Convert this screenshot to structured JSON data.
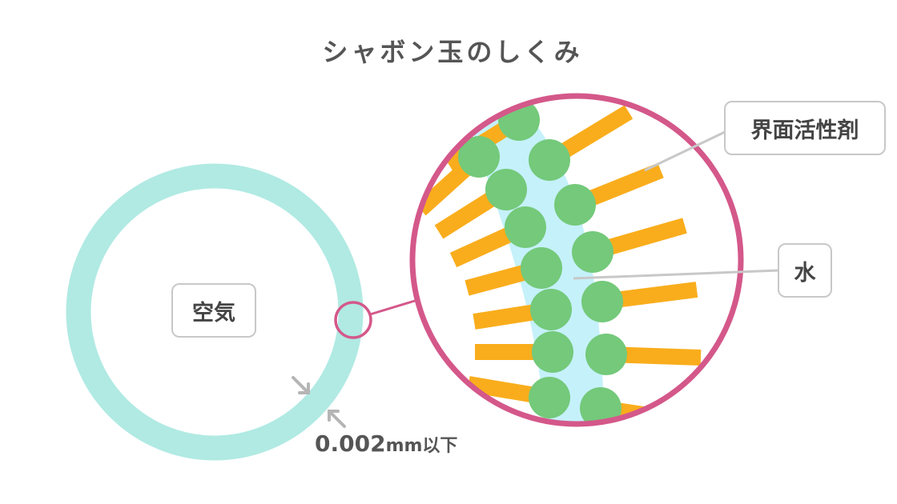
{
  "title": "シャボン玉のしくみ",
  "labels": {
    "air": "空気",
    "surfactant": "界面活性剤",
    "water": "水"
  },
  "thickness": {
    "value": "0.002",
    "unit": "mm以下"
  },
  "colors": {
    "bubble": "#b0eae3",
    "magnifier": "#d4588a",
    "water": "#c5f1fb",
    "tail": "#f9ad1c",
    "head": "#74c97a",
    "leader": "#c8c8c8",
    "arrow": "#b5b5b5"
  }
}
